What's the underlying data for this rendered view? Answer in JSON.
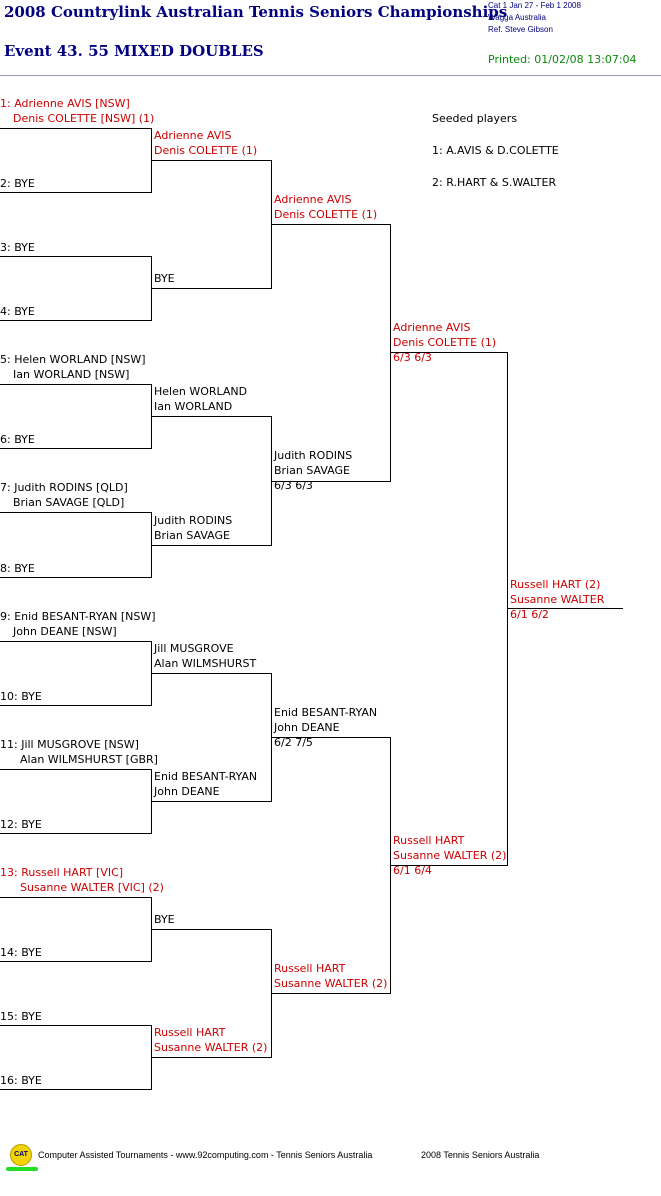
{
  "header": {
    "title": "2008 Countrylink Australian Tennis Seniors Championships",
    "event": "Event 43. 55 MIXED DOUBLES",
    "meta1": "Cat 1   Jan 27 - Feb 1 2008",
    "meta2": "Wagga    Australia",
    "meta3": "Ref. Steve Gibson",
    "printed": "Printed: 01/02/08 13:07:04"
  },
  "seeds": {
    "heading": "Seeded players",
    "s1": "1: A.AVIS & D.COLETTE",
    "s2": "2: R.HART & S.WALTER"
  },
  "r1": {
    "p1a": "1: Adrienne AVIS [NSW]",
    "p1b": "Denis COLETTE [NSW] (1)",
    "p2": "2: BYE",
    "p3": "3: BYE",
    "p4": "4: BYE",
    "p5a": "5: Helen WORLAND [NSW]",
    "p5b": "Ian WORLAND [NSW]",
    "p6": "6: BYE",
    "p7a": "7: Judith RODINS [QLD]",
    "p7b": "Brian SAVAGE [QLD]",
    "p8": "8: BYE",
    "p9a": "9: Enid BESANT-RYAN [NSW]",
    "p9b": "John DEANE [NSW]",
    "p10": "10: BYE",
    "p11a": "11: Jill MUSGROVE [NSW]",
    "p11b": "Alan WILMSHURST [GBR]",
    "p12": "12: BYE",
    "p13a": "13: Russell HART [VIC]",
    "p13b": "Susanne WALTER [VIC] (2)",
    "p14": "14: BYE",
    "p15": "15: BYE",
    "p16": "16: BYE"
  },
  "r2": {
    "m1a": "Adrienne AVIS",
    "m1b": "Denis COLETTE (1)",
    "m2": "BYE",
    "m3a": "Helen WORLAND",
    "m3b": "Ian WORLAND",
    "m4a": "Judith RODINS",
    "m4b": "Brian SAVAGE",
    "m5a": "Jill MUSGROVE",
    "m5b": "Alan WILMSHURST",
    "m6a": "Enid BESANT-RYAN",
    "m6b": "John DEANE",
    "m7": "BYE",
    "m8a": "Russell HART",
    "m8b": "Susanne WALTER (2)"
  },
  "qf": {
    "q1a": "Adrienne AVIS",
    "q1b": "Denis COLETTE (1)",
    "q2a": "Judith RODINS",
    "q2b": "Brian SAVAGE",
    "q2s": "6/3 6/3",
    "q3a": "Enid BESANT-RYAN",
    "q3b": "John DEANE",
    "q3s": "6/2 7/5",
    "q4a": "Russell HART",
    "q4b": "Susanne WALTER (2)"
  },
  "sf": {
    "s1a": "Adrienne AVIS",
    "s1b": "Denis COLETTE (1)",
    "s1s": "6/3 6/3",
    "s2a": "Russell HART",
    "s2b": "Susanne WALTER (2)",
    "s2s": "6/1 6/4"
  },
  "final": {
    "a": "Russell HART (2)",
    "b": "Susanne WALTER",
    "s": "6/1 6/2"
  },
  "footer": {
    "logo": "CAT",
    "left": "Computer Assisted Tournaments - www.92computing.com -  Tennis Seniors Australia",
    "right": "2008 Tennis Seniors Australia"
  },
  "colors": {
    "winner": "#cc0000",
    "title": "#000080",
    "printed": "#0a8a0a"
  }
}
